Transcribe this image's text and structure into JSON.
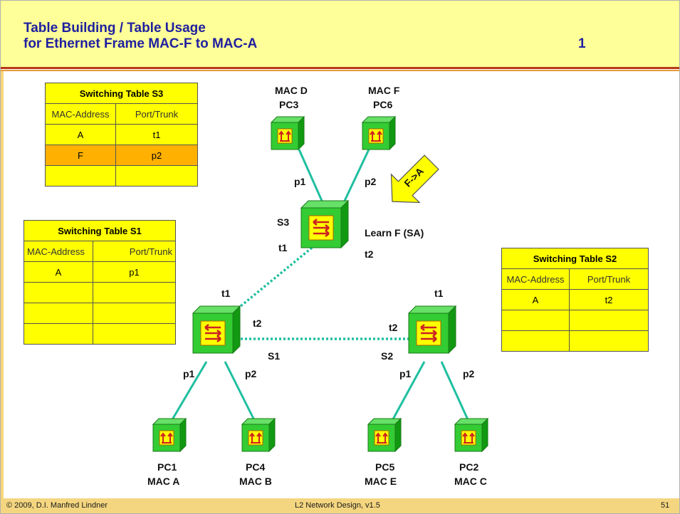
{
  "title": {
    "line1": "Table Building / Table Usage",
    "line2": "for Ethernet Frame MAC-F to MAC-A",
    "number": "1"
  },
  "footer": {
    "copyright": "© 2009, D.I. Manfred Lindner",
    "course": "L2 Network Design, v1.5",
    "page": "51"
  },
  "tables": {
    "s3": {
      "title": "Switching Table S3",
      "col1": "MAC-Address",
      "col2": "Port/Trunk",
      "rows": [
        [
          "A",
          "t1"
        ],
        [
          "F",
          "p2"
        ],
        [
          "",
          ""
        ]
      ]
    },
    "s1": {
      "title": "Switching Table S1",
      "col1": "MAC-Address",
      "col2": "Port/Trunk",
      "rows": [
        [
          "A",
          "p1"
        ],
        [
          "",
          ""
        ],
        [
          "",
          ""
        ],
        [
          "",
          ""
        ]
      ]
    },
    "s2": {
      "title": "Switching Table S2",
      "col1": "MAC-Address",
      "col2": "Port/Trunk",
      "rows": [
        [
          "A",
          "t2"
        ],
        [
          "",
          ""
        ],
        [
          "",
          ""
        ]
      ]
    }
  },
  "devices": {
    "pc3": {
      "mac": "MAC D",
      "name": "PC3"
    },
    "pc6": {
      "mac": "MAC F",
      "name": "PC6"
    },
    "pc1": {
      "name": "PC1",
      "mac": "MAC A"
    },
    "pc4": {
      "name": "PC4",
      "mac": "MAC B"
    },
    "pc5": {
      "name": "PC5",
      "mac": "MAC E"
    },
    "pc2": {
      "name": "PC2",
      "mac": "MAC C"
    }
  },
  "switches": {
    "s3": "S3",
    "s1": "S1",
    "s2": "S2"
  },
  "ports": {
    "s3_p1": "p1",
    "s3_p2": "p2",
    "s3_t1": "t1",
    "s3_t2": "t2",
    "s1_t1": "t1",
    "s1_t2": "t2",
    "s1_p1": "p1",
    "s1_p2": "p2",
    "s2_t1": "t1",
    "s2_t2": "t2",
    "s2_p1": "p1",
    "s2_p2": "p2"
  },
  "frame_arrow": "F->A",
  "learn_note": "Learn F (SA)",
  "colors": {
    "header": "#ffff99",
    "table": "#ffff00",
    "highlight": "#ffb000",
    "link": "#1fbfa0",
    "title": "#1f1fa0",
    "device": "#33cc33"
  }
}
